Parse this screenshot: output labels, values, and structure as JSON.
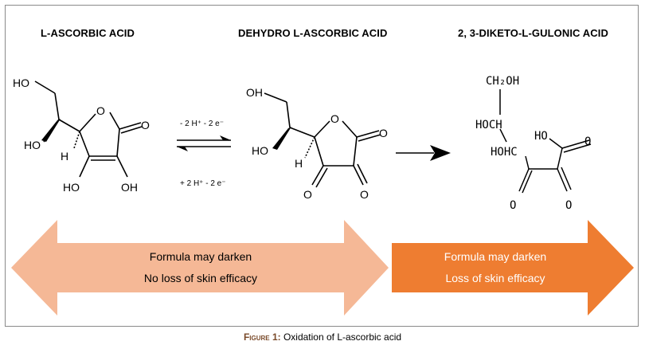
{
  "headings": {
    "left": "L-ASCORBIC ACID",
    "middle": "DEHYDRO L-ASCORBIC ACID",
    "right": "2, 3-DIKETO-L-GULONIC ACID"
  },
  "molecule_labels": {
    "ascorbic": {
      "ho_top": "HO",
      "ho_left": "HO",
      "h": "H",
      "o_ring": "O",
      "o_carbonyl": "O",
      "oh_bottom_left": "HO",
      "oh_bottom_right": "OH"
    },
    "dehydro": {
      "oh_top": "OH",
      "ho_left": "HO",
      "h": "H",
      "o_ring": "O",
      "o_carbonyl": "O",
      "o_bottom_left": "O",
      "o_bottom_right": "O"
    },
    "diketo": {
      "ch2oh": "CH₂OH",
      "hoch": "HOCH",
      "hohc": "HOHC",
      "ho": "HO",
      "o_acid": "O",
      "o_bottom_left": "O",
      "o_bottom_right": "O"
    }
  },
  "reaction_conditions": {
    "forward": "- 2 H⁺ - 2 e⁻",
    "reverse": "+ 2 H⁺ - 2 e⁻"
  },
  "arrows": {
    "left": {
      "line1": "Formula may darken",
      "line2": "No loss of skin efficacy",
      "color": "#f5b896"
    },
    "right": {
      "line1": "Formula may darken",
      "line2": "Loss of skin efficacy",
      "color": "#ee7d31"
    }
  },
  "caption": {
    "label": "Figure 1:",
    "text": " Oxidation of L-ascorbic acid"
  }
}
